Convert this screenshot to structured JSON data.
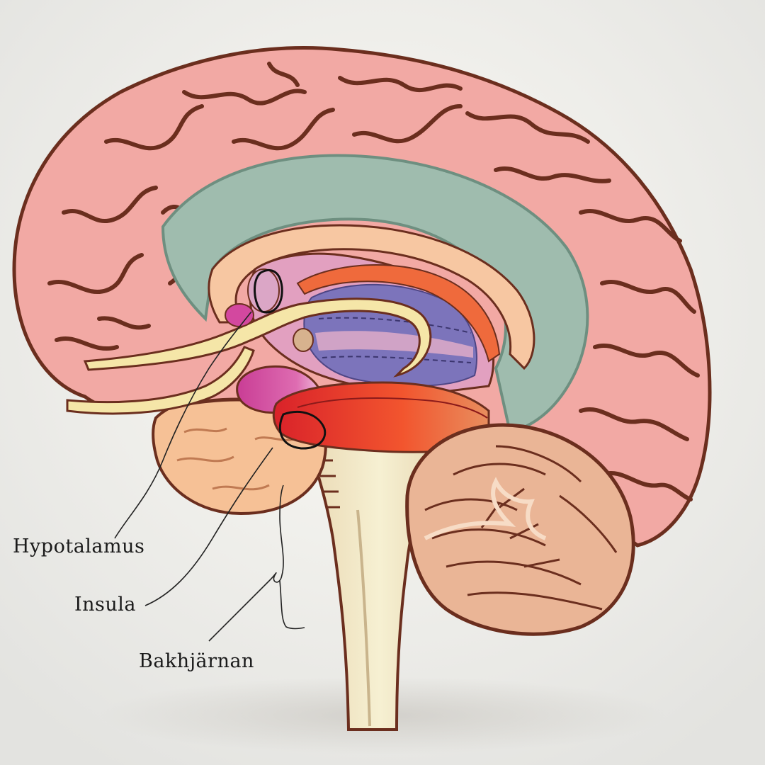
{
  "labels": {
    "hypothalamus": "Hypotalamus",
    "insula": "Insula",
    "hindbrain": "Bakhjärnan"
  },
  "colors": {
    "background": "#f4f2ec",
    "cortex": "#f2a9a4",
    "cortex_outline": "#6b2e1e",
    "cingulate": "#9fbcae",
    "corpus_callosum": "#f7c7a2",
    "thalamus": "#e2a0c0",
    "ventricle": "#7c74bb",
    "basal_ganglia": "#ef5d36",
    "amygdala": "#d3489f",
    "fornix": "#f5e6a8",
    "temporal_lobe": "#f6c196",
    "brainstem": "#f4ecc6",
    "cerebellum": "#eab596",
    "annotation_line": "#1a1a1a"
  }
}
